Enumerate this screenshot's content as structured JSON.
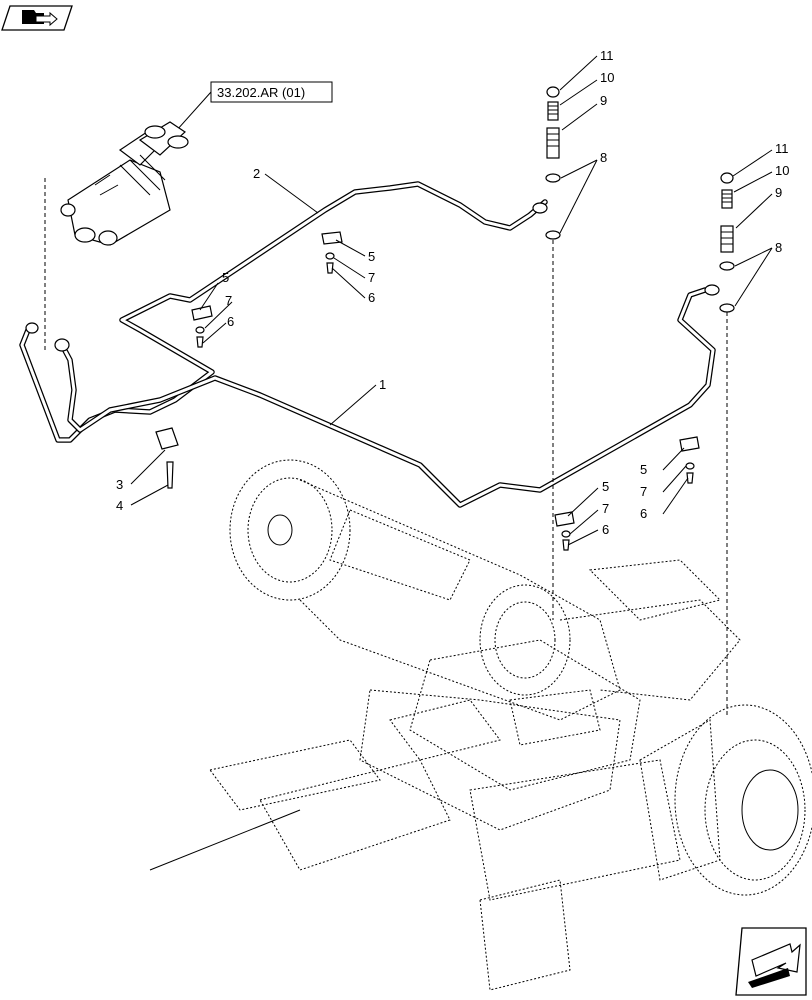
{
  "reference_box": {
    "text": "33.202.AR (01)"
  },
  "callouts": {
    "c1": "1",
    "c2": "2",
    "c3": "3",
    "c4": "4",
    "c5a": "5",
    "c7a": "7",
    "c6a": "6",
    "c5b": "5",
    "c7b": "7",
    "c6b": "6",
    "c11a": "11",
    "c10a": "10",
    "c9a": "9",
    "c8a": "8",
    "c11b": "11",
    "c10b": "10",
    "c9b": "9",
    "c8b": "8",
    "c5c": "5",
    "c7c": "7",
    "c6c": "6",
    "c5d": "5",
    "c7d": "7",
    "c6d": "6"
  },
  "icons": {
    "top_left": "folder-arrow-icon",
    "bottom_right": "next-page-arrow-icon"
  }
}
